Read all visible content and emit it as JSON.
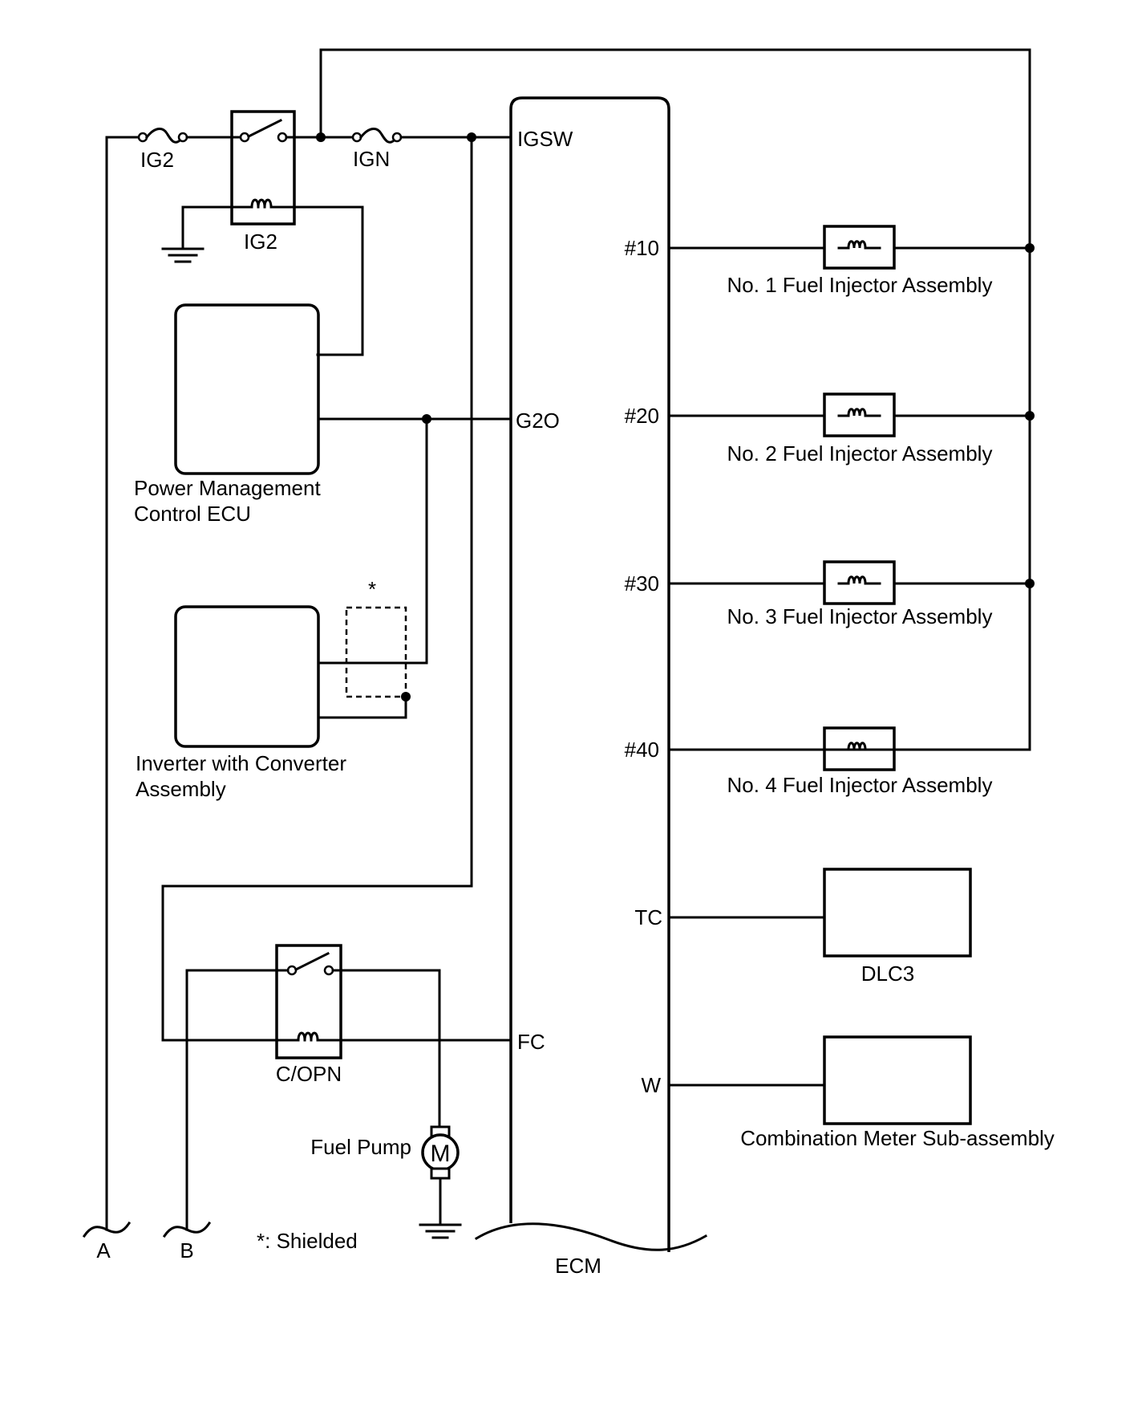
{
  "relays": {
    "ig2": "IG2",
    "copn": "C/OPN"
  },
  "fuses": {
    "ig2": "IG2",
    "ign": "IGN"
  },
  "ecm": {
    "name": "ECM",
    "pins": {
      "igsw": "IGSW",
      "g2o": "G2O",
      "fc": "FC",
      "inj1": "#10",
      "inj2": "#20",
      "inj3": "#30",
      "inj4": "#40",
      "tc": "TC",
      "w": "W"
    }
  },
  "components": {
    "pm_ecu_line1": "Power Management",
    "pm_ecu_line2": "Control ECU",
    "inverter_line1": "Inverter with Converter",
    "inverter_line2": "Assembly",
    "injector1": "No. 1 Fuel Injector Assembly",
    "injector2": "No. 2 Fuel Injector Assembly",
    "injector3": "No. 3 Fuel Injector Assembly",
    "injector4": "No. 4 Fuel Injector Assembly",
    "dlc3": "DLC3",
    "combination_meter": "Combination Meter Sub-assembly",
    "fuel_pump": "Fuel Pump",
    "motor_symbol": "M"
  },
  "connectors": {
    "a": "A",
    "b": "B"
  },
  "shield": {
    "marker": "*",
    "note": "*: Shielded"
  }
}
